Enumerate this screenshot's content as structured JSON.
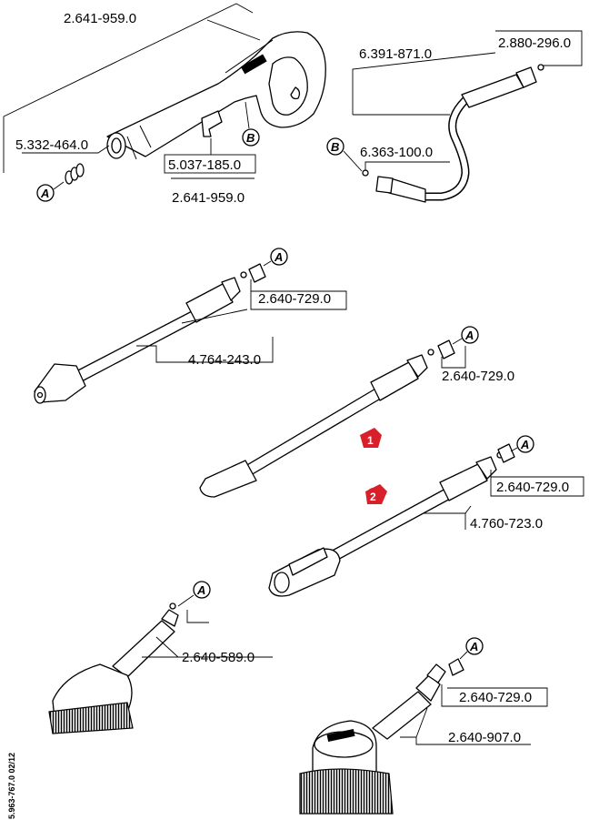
{
  "parts": {
    "gun_top": "2.641-959.0",
    "gun_bottom": "2.641-959.0",
    "nozzle_set": "5.332-464.0",
    "clip": "5.037-185.0",
    "hose": "6.391-871.0",
    "hose_end": "2.880-296.0",
    "hose_oring": "6.363-100.0",
    "lance1_fitting": "2.640-729.0",
    "lance1": "4.764-243.0",
    "lance2_fitting": "2.640-729.0",
    "lance3_fitting": "2.640-729.0",
    "lance3": "4.760-723.0",
    "brush1": "2.640-589.0",
    "brush2_fitting": "2.640-729.0",
    "brush2": "2.640-907.0"
  },
  "tags": {
    "a": "A",
    "b": "B"
  },
  "markers": {
    "one": "1",
    "two": "2"
  },
  "doc_code": "5.963-767.0  02/12",
  "colors": {
    "marker": "#d9202a",
    "line": "#000000",
    "background": "#ffffff"
  }
}
